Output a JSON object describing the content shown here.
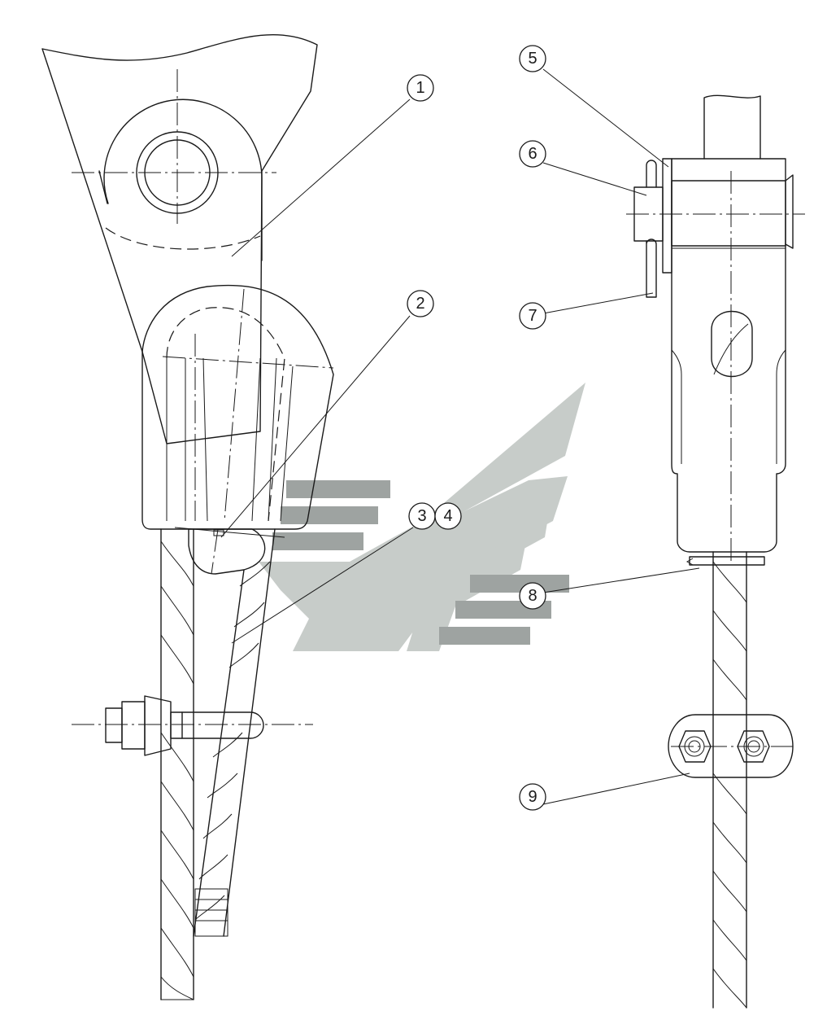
{
  "balloons": [
    {
      "id": "1",
      "label": "1"
    },
    {
      "id": "2",
      "label": "2"
    },
    {
      "id": "3",
      "label": "3"
    },
    {
      "id": "4",
      "label": "4"
    },
    {
      "id": "5",
      "label": "5"
    },
    {
      "id": "6",
      "label": "6"
    },
    {
      "id": "7",
      "label": "7"
    },
    {
      "id": "8",
      "label": "8"
    },
    {
      "id": "9",
      "label": "9"
    }
  ],
  "colors": {
    "line": "#1a1a1a",
    "watermark": "#c7ccc9",
    "watermark_dark": "#9ea3a1",
    "background": "#ffffff"
  }
}
